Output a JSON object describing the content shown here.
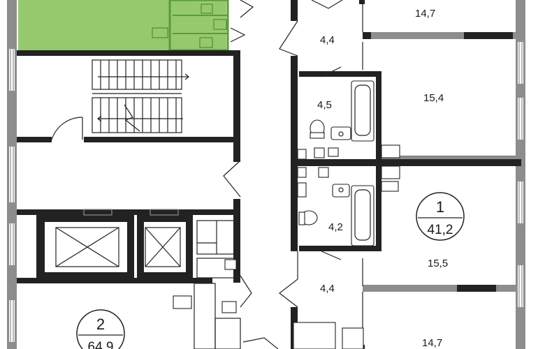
{
  "colors": {
    "highlight_fill": "#96c96e",
    "highlight_line": "#5b9a3a",
    "wall": "#222222",
    "window_gray": "#8d8d8d"
  },
  "rooms": {
    "top_right_room": "14,7",
    "hall_top": "4,4",
    "right_room_upper": "15,4",
    "bath_upper": "4,5",
    "bath_lower": "4,2",
    "right_room_lower": "15,5",
    "hall_bottom": "4,4",
    "bottom_right_room": "14,7"
  },
  "apartments": [
    {
      "number": "1",
      "area": "41,2"
    },
    {
      "number": "2",
      "area": "64,9"
    }
  ]
}
